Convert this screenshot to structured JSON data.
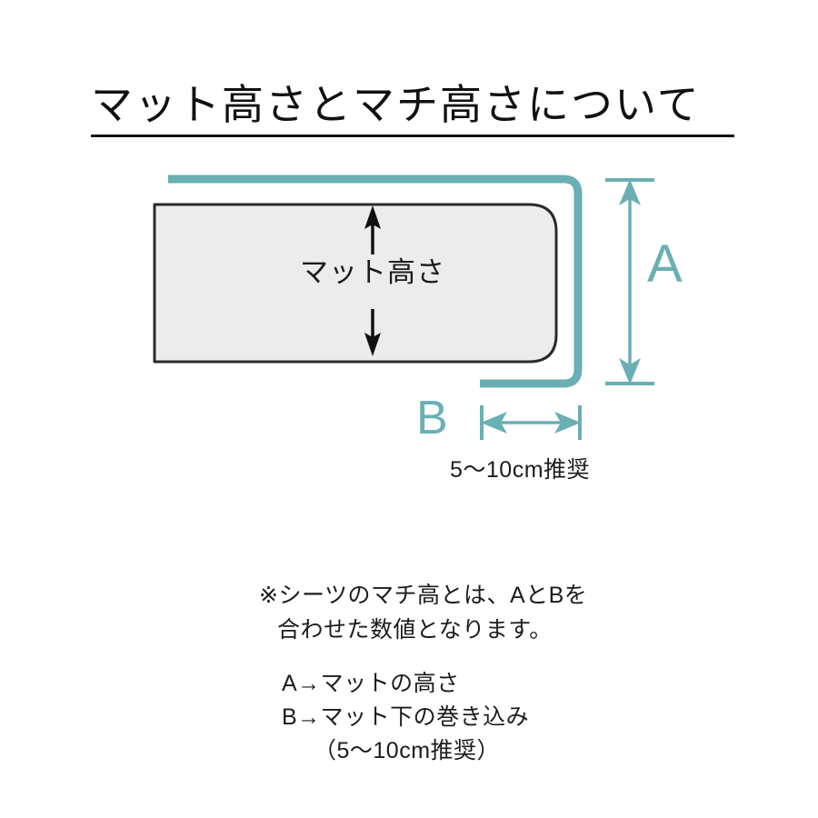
{
  "page": {
    "background": "#ffffff",
    "accent_teal": "#6aafb4",
    "ink": "#1c1c1c",
    "mattress_fill": "#ececec",
    "mattress_stroke": "#2b2b2b"
  },
  "title": {
    "text": "マット高さとマチ高さについて",
    "underlined": true
  },
  "diagram": {
    "mattress_label": "マット高さ",
    "dimension_a": "A",
    "dimension_b": "B",
    "b_recommendation": "5〜10cm推奨",
    "icons": {
      "mat_height_arrow": "double-arrow-vertical-icon",
      "dimension_a_arrow": "dimension-arrow-vertical-icon",
      "dimension_b_arrow": "dimension-arrow-horizontal-icon",
      "mattress": "mattress-shape",
      "sheet": "fitted-sheet-outline"
    }
  },
  "notes": {
    "paragraph": {
      "line1": "※シーツのマチ高とは、AとBを",
      "line2": "合わせた数値となります。"
    },
    "list": {
      "line1": "A→マットの高さ",
      "line2": "B→マット下の巻き込み",
      "line3": "（5〜10cm推奨）"
    }
  }
}
